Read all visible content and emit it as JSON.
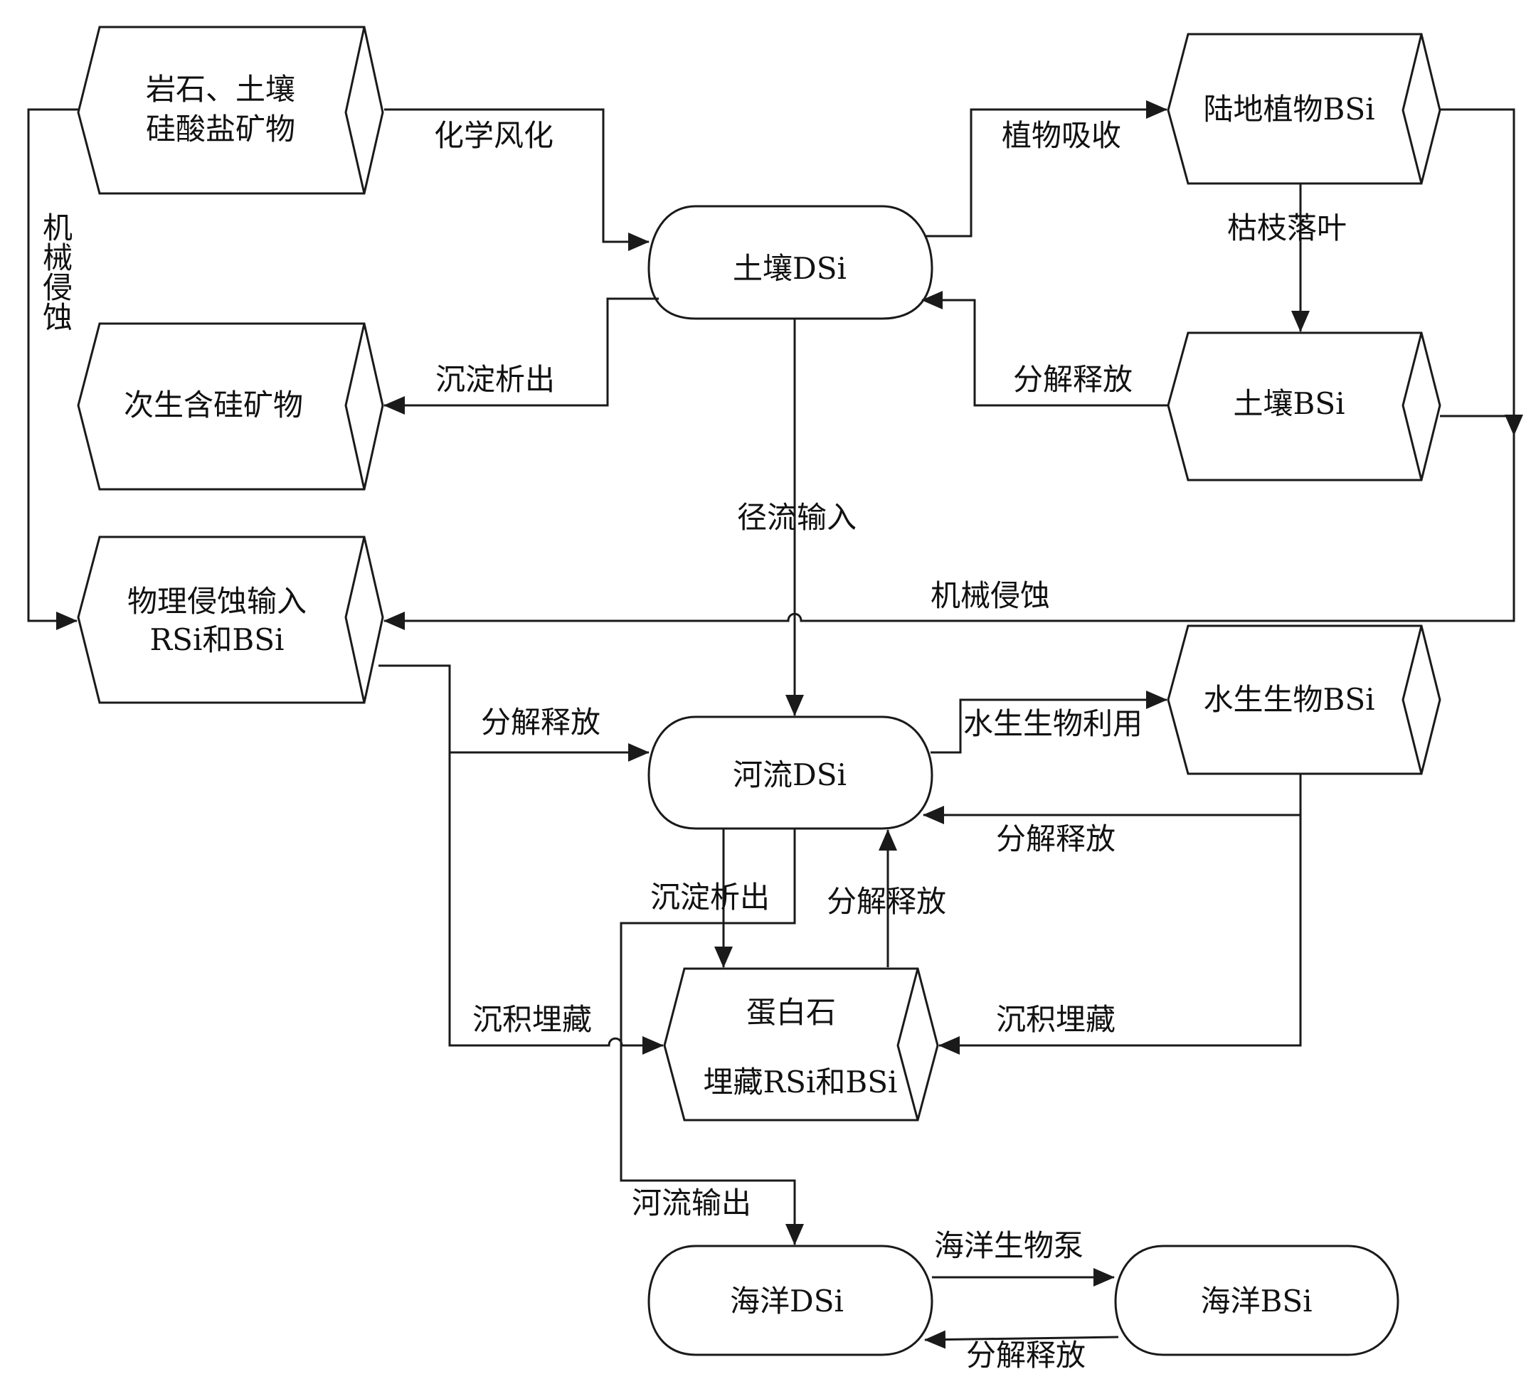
{
  "nodes": {
    "rock": {
      "line1": "岩石、土壤",
      "line2": "硅酸盐矿物"
    },
    "secondary": {
      "label": "次生含硅矿物"
    },
    "physical": {
      "line1": "物理侵蚀输入",
      "line2": "RSi和BSi"
    },
    "soil_dsi": {
      "label": "土壤DSi"
    },
    "plant_bsi": {
      "label": "陆地植物BSi"
    },
    "soil_bsi": {
      "label": "土壤BSi"
    },
    "river_dsi": {
      "label": "河流DSi"
    },
    "aquatic_bsi": {
      "label": "水生生物BSi"
    },
    "opal": {
      "line1": "蛋白石",
      "line2": "埋藏RSi和BSi"
    },
    "ocean_dsi": {
      "label": "海洋DSi"
    },
    "ocean_bsi": {
      "label": "海洋BSi"
    }
  },
  "edges": {
    "chemical_weathering": "化学风化",
    "plant_uptake": "植物吸收",
    "litterfall": "枯枝落叶",
    "precipitation_soil": "沉淀析出",
    "decomp_soil": "分解释放",
    "runoff_input": "径流输入",
    "mech_erosion_left": "机械侵蚀",
    "mech_erosion_right": "机械侵蚀",
    "decomp_physical": "分解释放",
    "aquatic_use": "水生生物利用",
    "decomp_aquatic": "分解释放",
    "precipitation_river": "沉淀析出",
    "decomp_opal": "分解释放",
    "burial_left": "沉积埋藏",
    "burial_right": "沉积埋藏",
    "river_output": "河流输出",
    "bio_pump": "海洋生物泵",
    "decomp_ocean": "分解释放"
  }
}
